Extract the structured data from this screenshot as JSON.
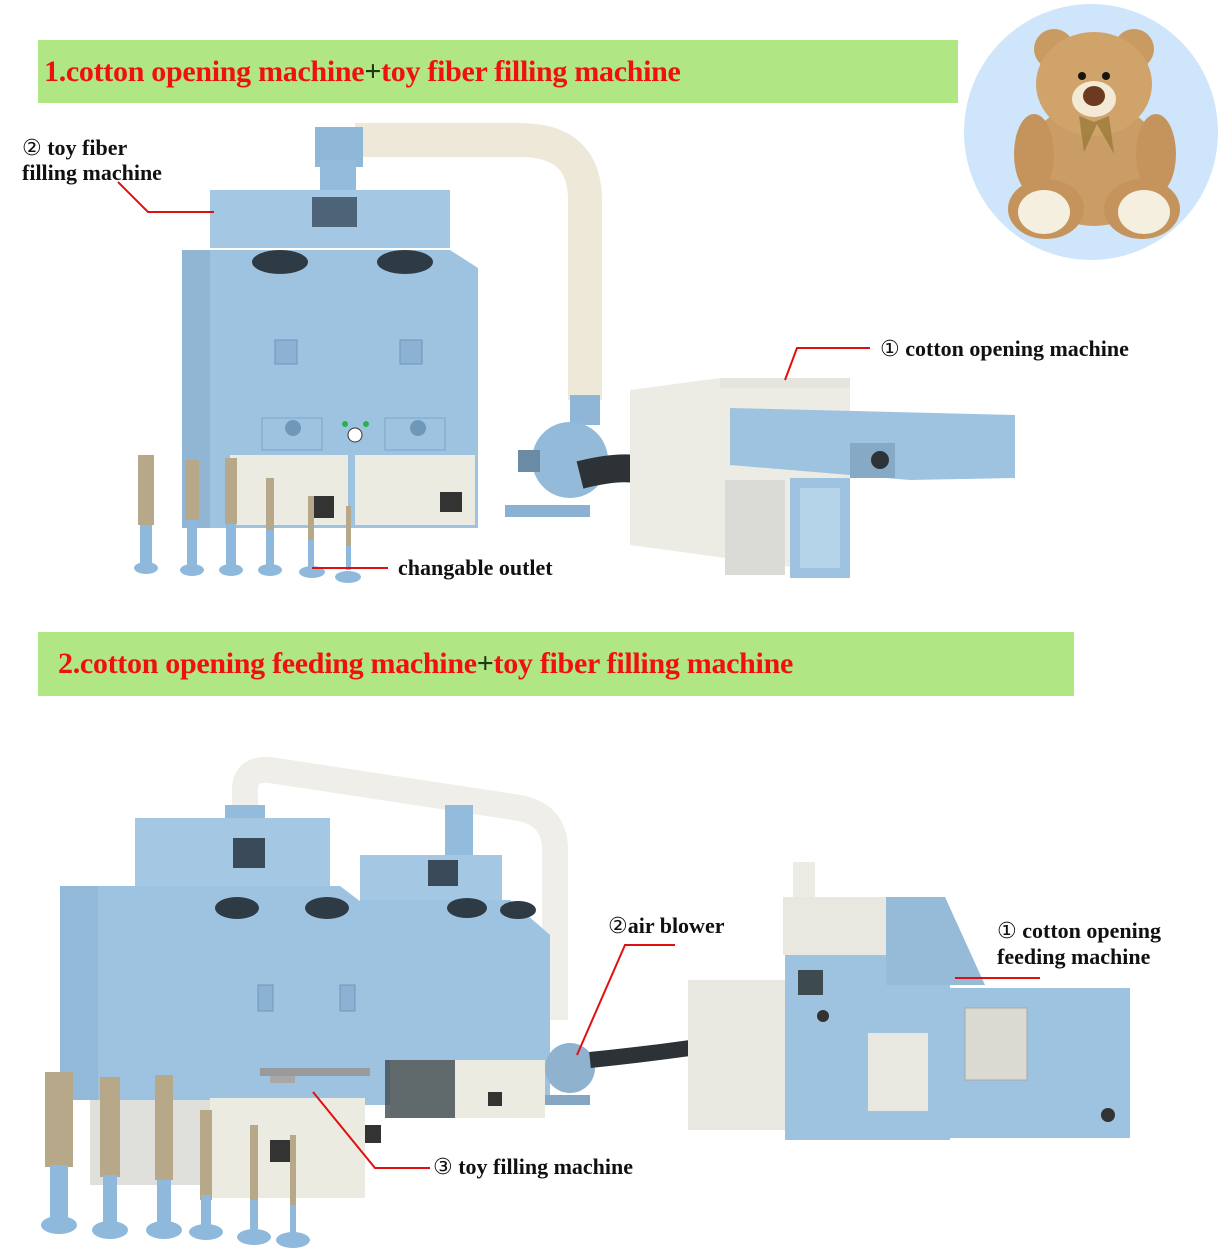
{
  "sections": [
    {
      "title_prefix": "1.cotton opening machine",
      "title_plus": "+",
      "title_suffix": "toy fiber filling machine",
      "callouts": [
        {
          "number": "②",
          "text_line1": "toy fiber",
          "text_line2": "filling machine"
        },
        {
          "number": "①",
          "text": "cotton opening machine"
        },
        {
          "text": "changable outlet"
        }
      ]
    },
    {
      "title_prefix": "2.cotton opening feeding machine",
      "title_plus": "+",
      "title_suffix": "toy fiber filling machine",
      "callouts": [
        {
          "number": "②",
          "text": "air blower"
        },
        {
          "number": "①",
          "text_line1": "cotton opening",
          "text_line2": "feeding machine"
        },
        {
          "number": "③",
          "text": "toy filling machine"
        }
      ]
    }
  ],
  "colors": {
    "banner_bg": "#b1e685",
    "banner_text": "#f01010",
    "machine_blue": "#9ec3e0",
    "callout_line": "#e01010",
    "bear_bg": "#cfe5fb"
  }
}
